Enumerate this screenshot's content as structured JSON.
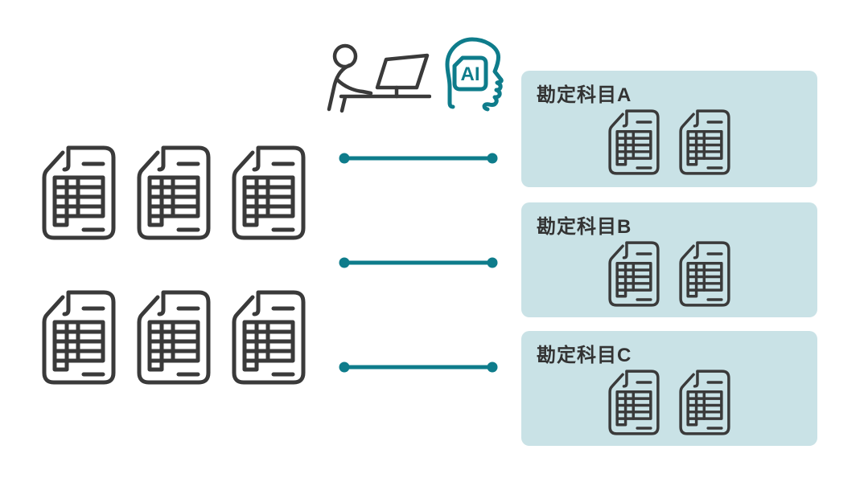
{
  "colors": {
    "background": "#ffffff",
    "icon_dark": "#3a3a3a",
    "accent_teal": "#0e7c8b",
    "category_panel_bg": "#c9e2e6",
    "label_text": "#333333"
  },
  "icons": {
    "source_document": "spreadsheet-document-icon",
    "person": "person-at-computer-icon",
    "ai": "ai-head-icon",
    "connector": "connector-line"
  },
  "source_documents": {
    "rows": 2,
    "columns": 3,
    "total": 6
  },
  "ai_chip_label": "AI",
  "connectors": {
    "count": 3
  },
  "categories": [
    {
      "label": "勘定科目A",
      "document_count": 2
    },
    {
      "label": "勘定科目B",
      "document_count": 2
    },
    {
      "label": "勘定科目C",
      "document_count": 2
    }
  ]
}
